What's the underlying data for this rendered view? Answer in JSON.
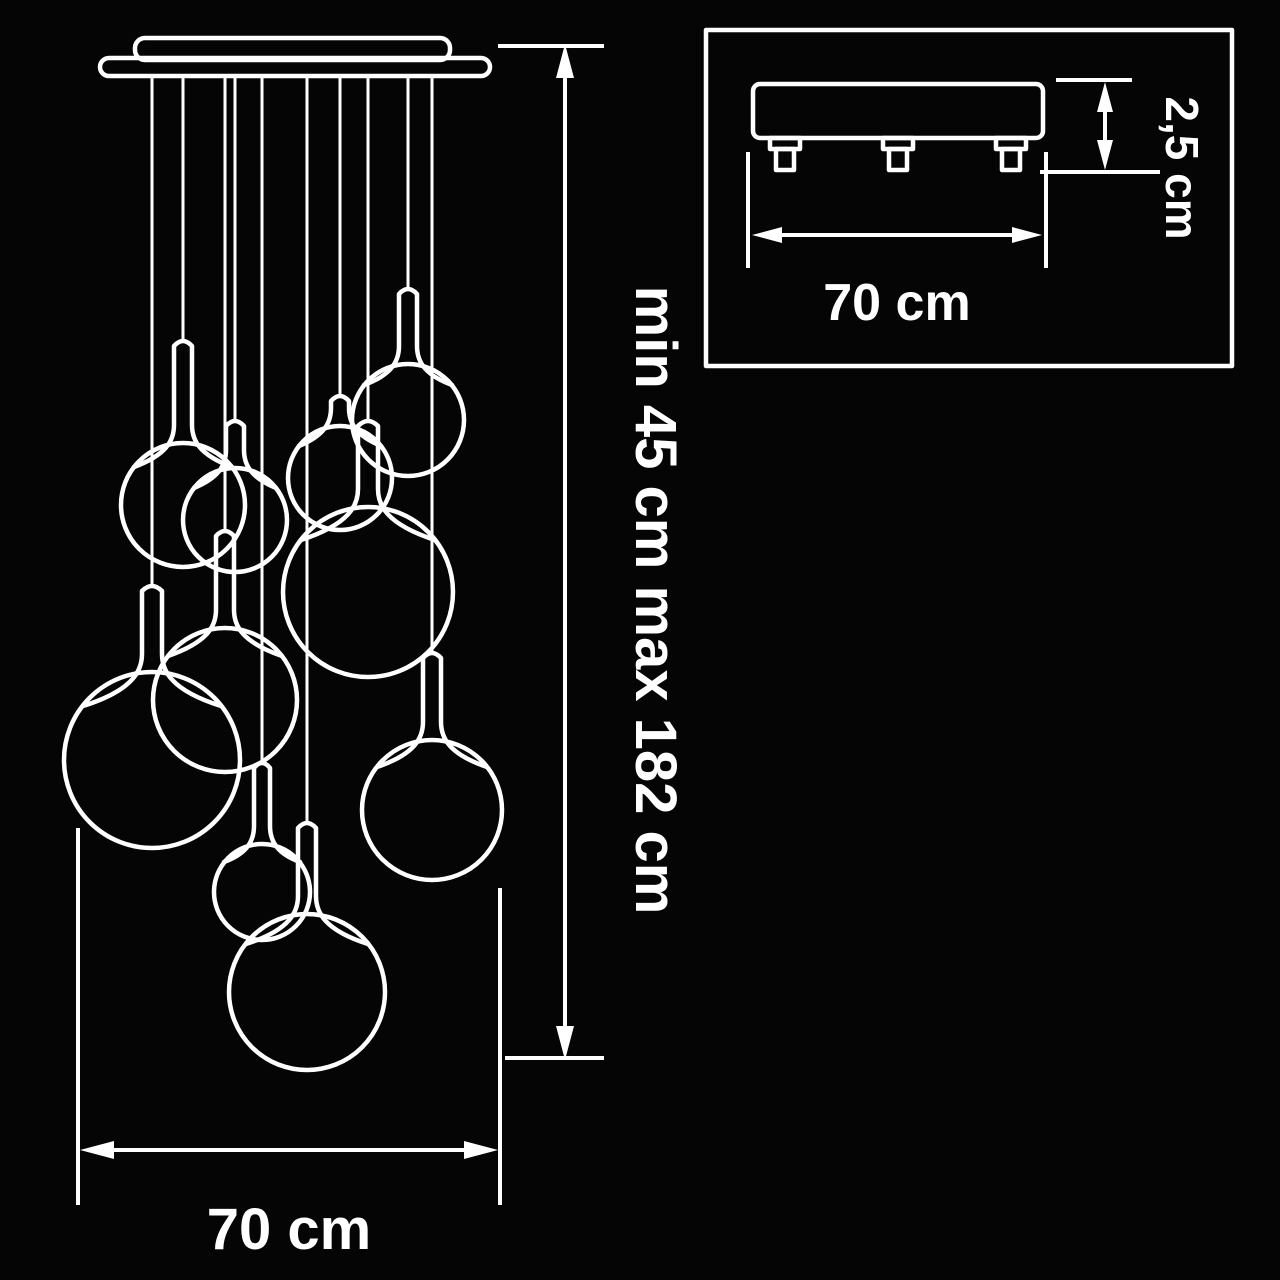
{
  "colors": {
    "background": "#050505",
    "line": "#ffffff"
  },
  "diagram": {
    "subject": "multi-pendant chandelier dimension drawing",
    "pendant_count": 10,
    "labels": {
      "height_range": "min 45 cm max 182 cm",
      "width": "70 cm"
    }
  },
  "inset": {
    "subject": "ceiling plate detail",
    "labels": {
      "width": "70 cm",
      "plate_height": "2,5 cm"
    }
  }
}
